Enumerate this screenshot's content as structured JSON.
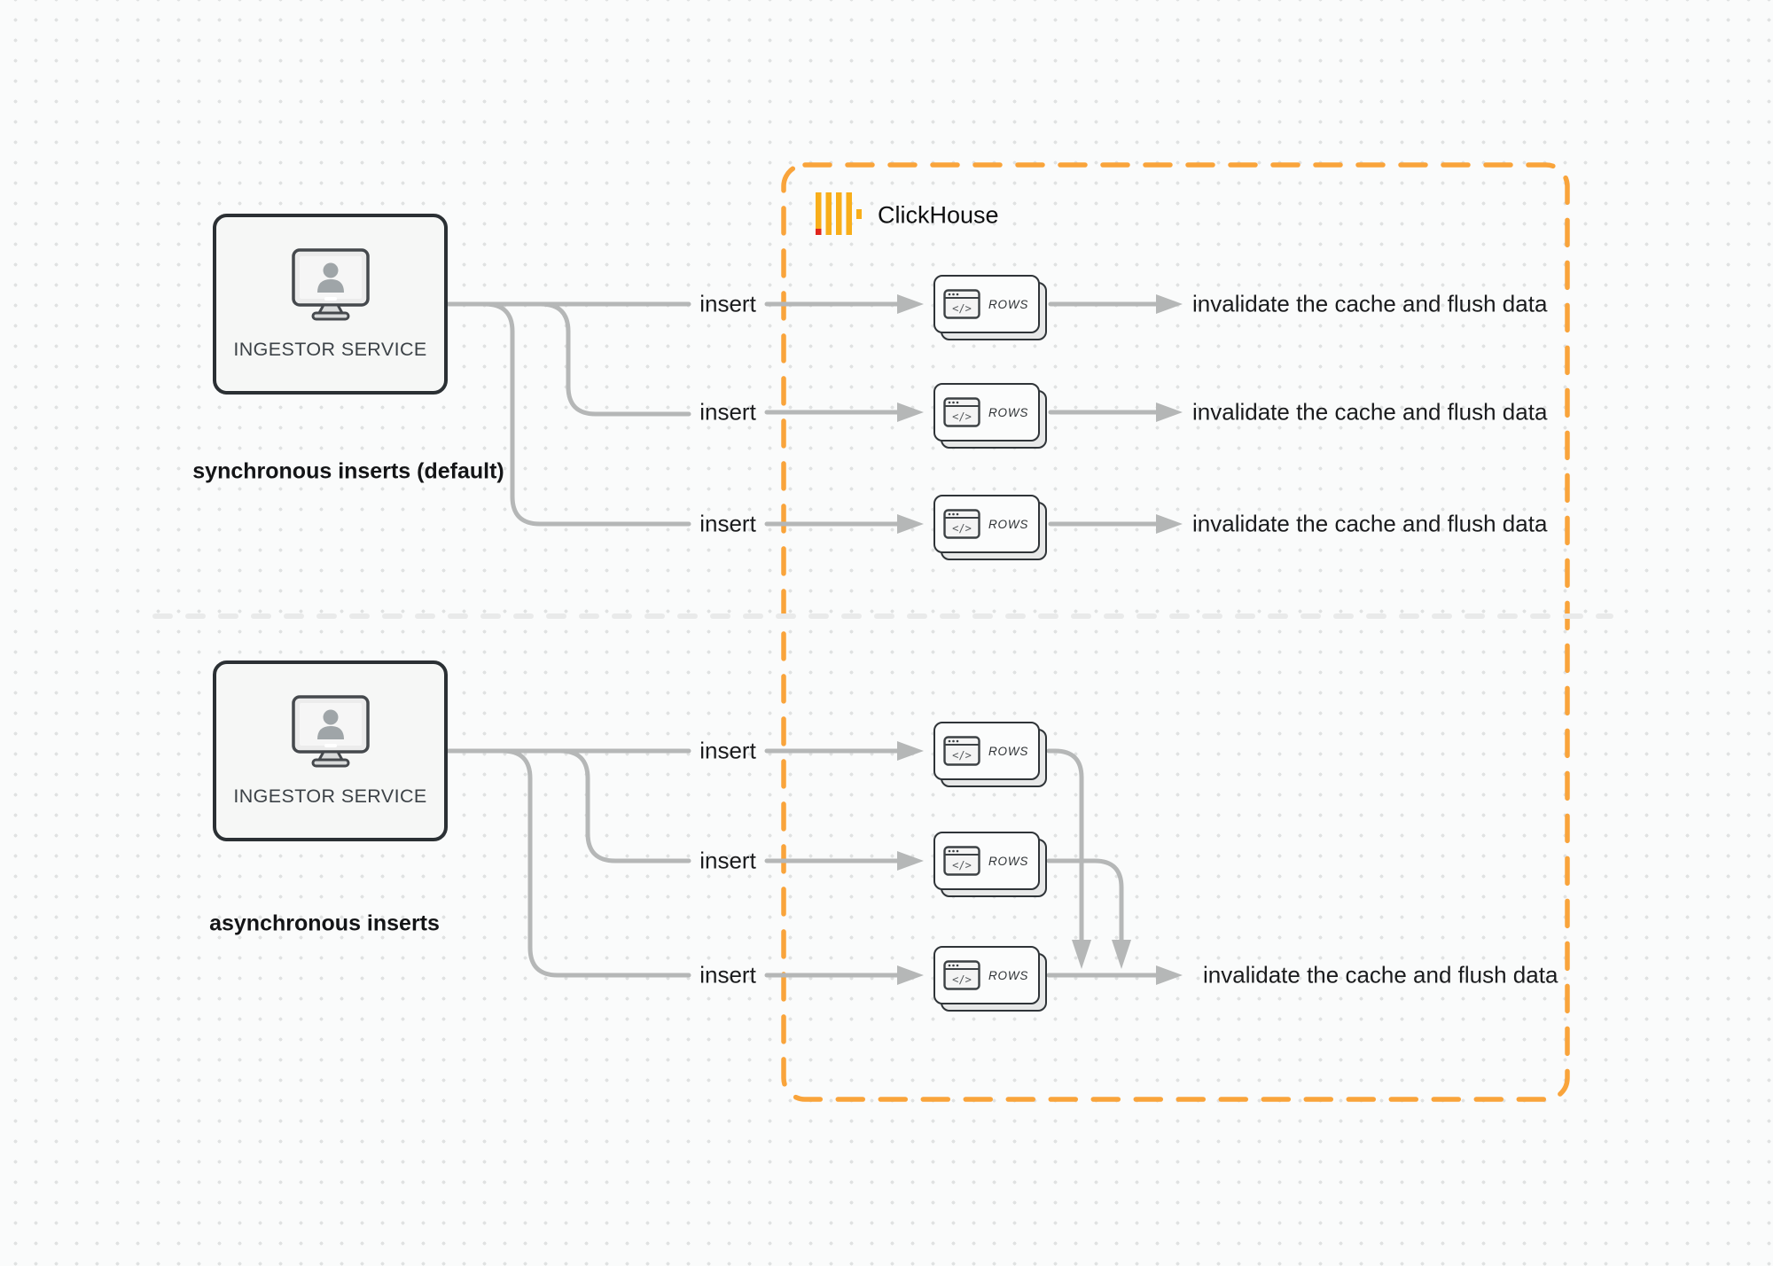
{
  "clickhouse": {
    "title": "ClickHouse"
  },
  "sync": {
    "service_label": "INGESTOR SERVICE",
    "caption": "synchronous inserts (default)",
    "rows": [
      {
        "insert_label": "insert",
        "card_label": "ROWS",
        "result_label": "invalidate the cache and flush data"
      },
      {
        "insert_label": "insert",
        "card_label": "ROWS",
        "result_label": "invalidate the cache and flush data"
      },
      {
        "insert_label": "insert",
        "card_label": "ROWS",
        "result_label": "invalidate the cache and flush data"
      }
    ]
  },
  "async": {
    "service_label": "INGESTOR SERVICE",
    "caption": "asynchronous inserts",
    "rows": [
      {
        "insert_label": "insert",
        "card_label": "ROWS"
      },
      {
        "insert_label": "insert",
        "card_label": "ROWS"
      },
      {
        "insert_label": "insert",
        "card_label": "ROWS"
      }
    ],
    "result_label": "invalidate the cache and flush data"
  },
  "icons": {
    "code_glyph": "</>"
  },
  "colors": {
    "clickhouse_border": "#F9A43B",
    "clickhouse_logo_bar": "#F8AE1A",
    "clickhouse_logo_accent": "#E1251B",
    "connector_gray": "#b5b7b7",
    "divider_gray": "#e9eaea",
    "card_border": "#2f3438",
    "box_border": "#2b3034"
  }
}
